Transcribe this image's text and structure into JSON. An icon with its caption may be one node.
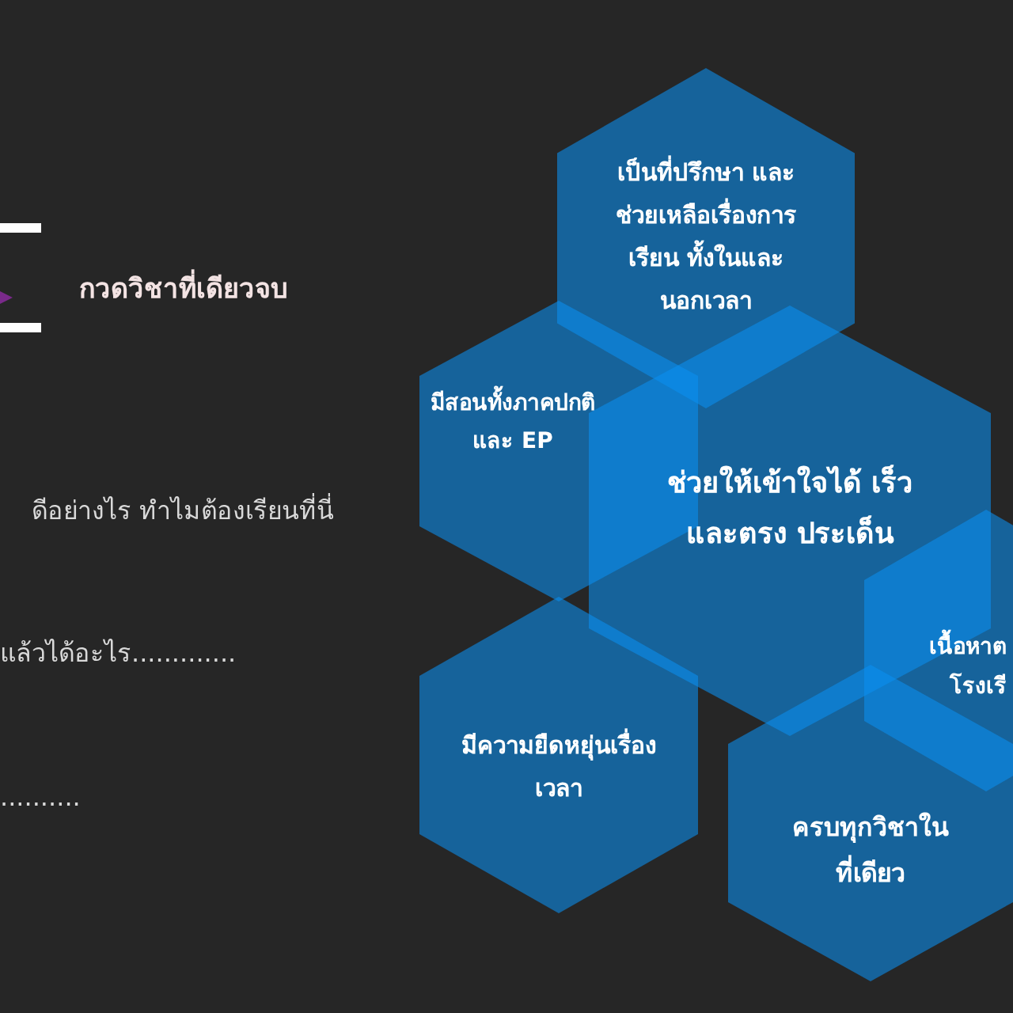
{
  "diagram": {
    "nodes": [
      {
        "text": [
          "เป็นที่ปรึกษา และ ช่วยเหลือเรื่องการ เรียน ทั้งในและ นอกเวลา"
        ]
      },
      {
        "text": [
          "มีสอนทั้งภาคปกติ และ EP"
        ]
      },
      {
        "text": [
          "ช่วยให้เข้าใจได้ เร็ว และตรง ประเด็น"
        ]
      },
      {
        "text": [
          "เนื้อหาต โรงเรี"
        ]
      },
      {
        "text": [
          "มีความยืดหยุ่นเรื่อง เวลา"
        ]
      },
      {
        "text": [
          "ครบทุกวิชาใน ที่เดียว"
        ]
      }
    ],
    "labels": [
      "กวดวิชาที่เดียวจบ",
      "ดีอย่างไร ทำไมต้องเรียนที่นี่",
      "แล้วได้อะไร.............",
      ".........."
    ]
  }
}
